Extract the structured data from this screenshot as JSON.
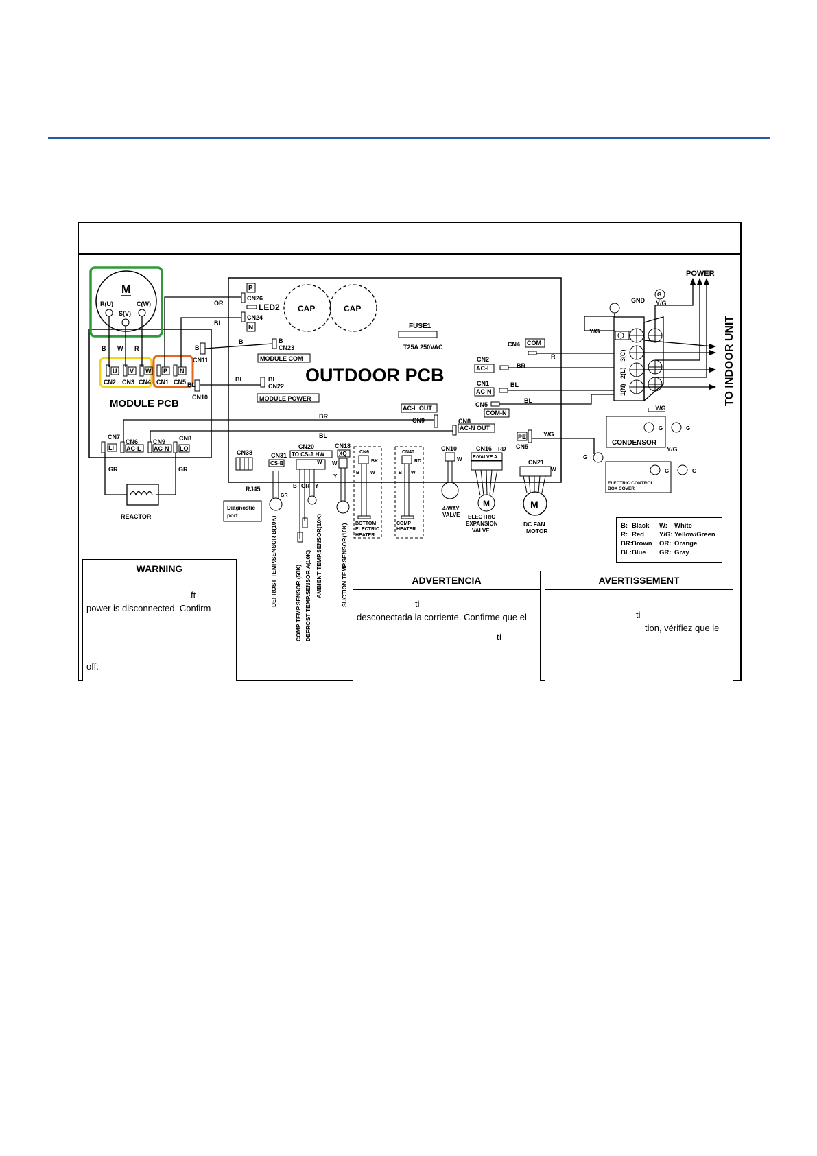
{
  "labels": {
    "outdoor_pcb": "OUTDOOR PCB",
    "module_pcb": "MODULE PCB",
    "power": "POWER",
    "to_indoor_unit": "TO INDOOR UNIT",
    "motor_m": "M",
    "motor_r": "R(U)",
    "motor_s": "S(V)",
    "motor_c": "C(W)",
    "wire_b": "B",
    "wire_w": "W",
    "wire_r": "R",
    "wire_or": "OR",
    "wire_bl": "BL",
    "wire_br": "BR",
    "wire_gr": "GR",
    "wire_yg": "Y/G",
    "wire_y": "Y",
    "wire_bk": "BK",
    "wire_rd": "RD",
    "g": "G",
    "gnd": "GND",
    "p": "P",
    "n": "N",
    "cn26": "CN26",
    "cn24": "CN24",
    "led2": "LED2",
    "cap1": "CAP",
    "cap2": "CAP",
    "fuse1": "FUSE1",
    "fuse_rating": "T25A 250VAC",
    "cn4": "CN4",
    "com": "COM",
    "cn2": "CN2",
    "ac_l": "AC-L",
    "cn1": "CN1",
    "ac_n": "AC-N",
    "cn5": "CN5",
    "com_n": "COM-N",
    "cn23": "CN23",
    "module_com": "MODULE COM",
    "cn22": "CN22",
    "module_power": "MODULE POWER",
    "cn11": "CN11",
    "cn10": "CN10",
    "ac_l_out": "AC-L OUT",
    "cn9": "CN9",
    "cn8": "CN8",
    "ac_n_out": "AC-N OUT",
    "cn7": "CN7",
    "cn6": "CN6",
    "li": "LI",
    "lo": "LO",
    "cn3": "CN3",
    "u": "U",
    "v": "V",
    "w": "W",
    "cn38": "CN38",
    "rj45": "RJ45",
    "diag1": "Diagnostic",
    "diag2": "port",
    "cn31": "CN31",
    "cs_b": "CS-B",
    "cn20": "CN20",
    "to_cs": "TO CS-A HW",
    "cn18": "CN18",
    "xq": "XQ",
    "cn40": "CN40",
    "cn16": "CN16",
    "e_valve": "E-VALVE A",
    "cn21": "CN21",
    "pe": "PE",
    "reactor": "REACTOR",
    "sensor_defrost_b": "DEFROST TEMP.SENSOR  B(10K)",
    "sensor_comp": "COMP TEMP.SENSOR  (50K)",
    "sensor_defrost_a": "DEFROST TEMP.SENSOR  A(10K)",
    "sensor_ambient": "AMBIENT TEMP.SENSOR(10K)",
    "sensor_suction": "SUCTION  TEMP.SENSOR(10K)",
    "bottom_heater": [
      "BOTTOM",
      "ELECTRIC",
      "HEATER"
    ],
    "comp_heater": [
      "COMP",
      "HEATER"
    ],
    "four_way": [
      "4-WAY",
      "VALVE"
    ],
    "eev": [
      "ELECTRIC",
      "EXPANSION",
      "VALVE"
    ],
    "dc_fan": [
      "DC FAN",
      "MOTOR"
    ],
    "condensor": "CONDENSOR",
    "ebox": [
      "ELECTRIC  CONTROL",
      "BOX COVER"
    ],
    "term_3": "3(C)",
    "term_2": "2(L)",
    "term_1": "1(N)"
  },
  "legend": [
    {
      "code": "B:",
      "name": "Black",
      "code2": "W:",
      "name2": "White"
    },
    {
      "code": "R:",
      "name": "Red",
      "code2": "Y/G:",
      "name2": "Yellow/Green"
    },
    {
      "code": "BR:",
      "name": "Brown",
      "code2": "OR:",
      "name2": "Orange"
    },
    {
      "code": "BL:",
      "name": "Blue",
      "code2": "GR:",
      "name2": "Gray"
    }
  ],
  "warnings": {
    "en_title": "WARNING",
    "en_line1": "ft",
    "en_line2": "power is disconnected. Confirm",
    "en_line3": "off.",
    "es_title": "ADVERTENCIA",
    "es_line1": "ti",
    "es_line2": "desconectada la corriente. Confirme que el",
    "es_line3": "tí",
    "fr_title": "AVERTISSEMENT",
    "fr_line1": "ti",
    "fr_line2": "tion, vérifiez que le"
  },
  "colors": {
    "rule": "#2458a8",
    "highlight_green": "#2f9a3a",
    "highlight_yellow": "#f2d316",
    "highlight_orange": "#e8671a"
  }
}
